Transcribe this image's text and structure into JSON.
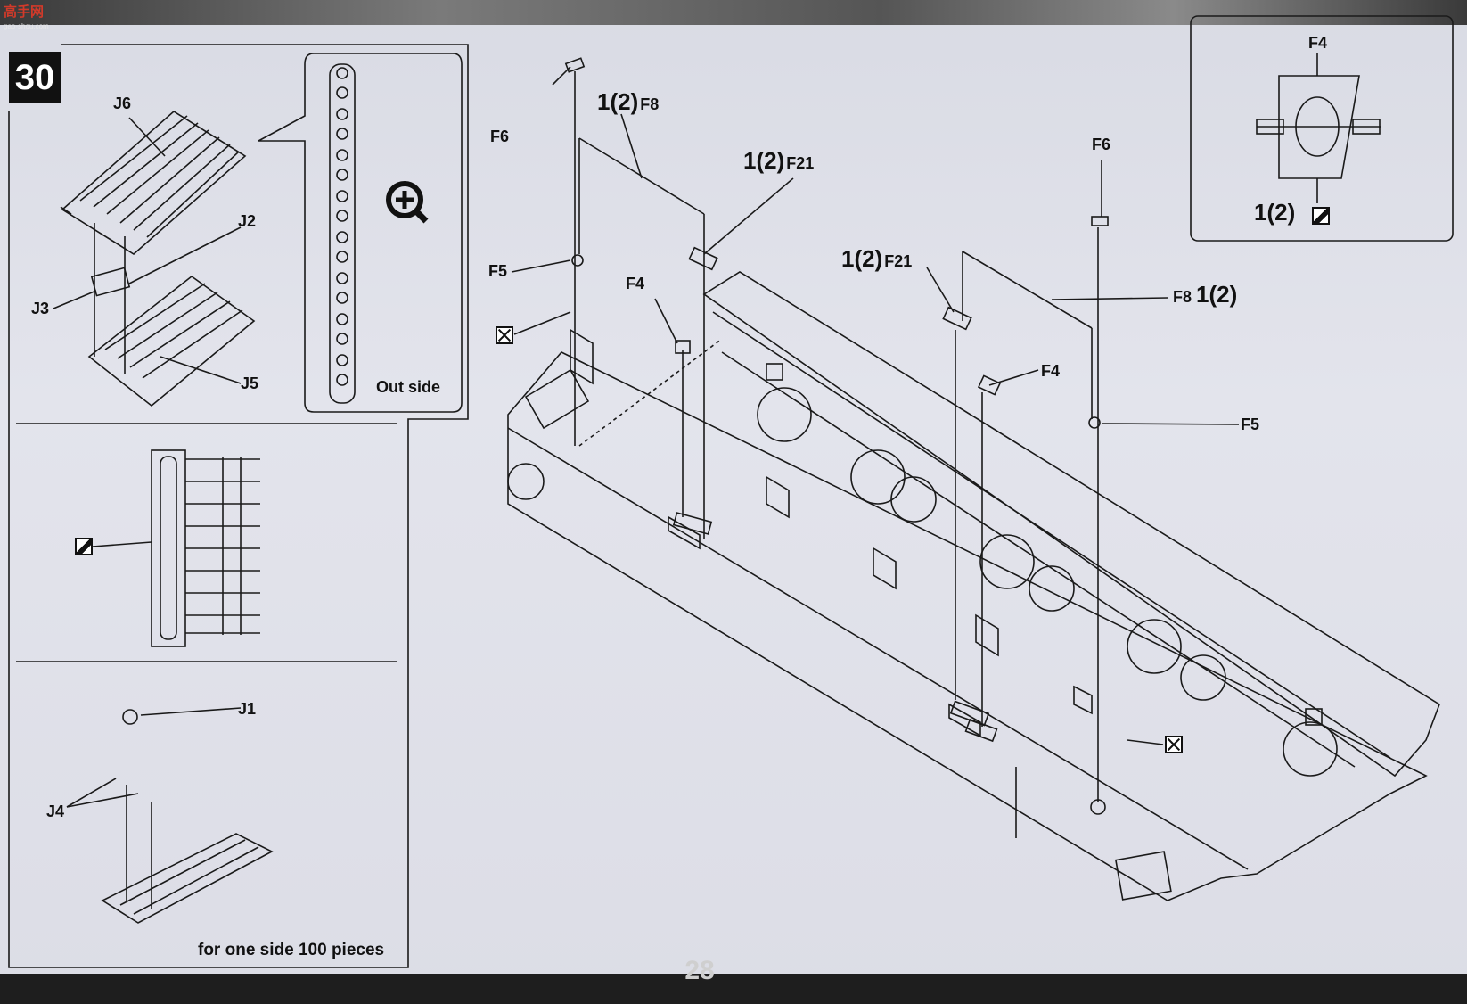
{
  "step": {
    "number": "30"
  },
  "page_number": "28",
  "watermark": {
    "title": "高手网",
    "subtitle": "gao-shou.com"
  },
  "left_panel": {
    "inset_top": {
      "labels": {
        "j6": "J6",
        "j2": "J2",
        "j3": "J3",
        "j5": "J5"
      },
      "zoom_caption": "Out side",
      "zoom_icon": "zoom-in-icon"
    },
    "inset_middle": {
      "symbol": "glue-icon"
    },
    "inset_bottom": {
      "labels": {
        "j1": "J1",
        "j4": "J4"
      },
      "note": "for one side 100 pieces"
    }
  },
  "main": {
    "callouts": {
      "f6_left": "F6",
      "f8_qty": "1(2)",
      "f8_part": "F8",
      "f21_left_qty": "1(2)",
      "f21_left_part": "F21",
      "f5_left": "F5",
      "f4_left": "F4",
      "f21_right_qty": "1(2)",
      "f21_right_part": "F21",
      "f8_right_part": "F8",
      "f8_right_qty": "1(2)",
      "f4_right": "F4",
      "f6_right": "F6",
      "f5_right": "F5"
    },
    "symbols": {
      "remove_left": "remove-icon",
      "remove_right": "remove-icon"
    }
  },
  "detail_box": {
    "label_top": "F4",
    "qty": "1(2)",
    "symbol": "glue-icon"
  }
}
